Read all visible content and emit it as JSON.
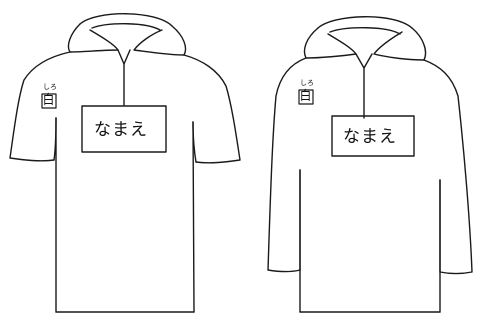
{
  "shirts": [
    {
      "badge": {
        "reading": "しろ",
        "character": "白"
      },
      "name_tag": "なまえ"
    },
    {
      "badge": {
        "reading": "しろ",
        "character": "白"
      },
      "name_tag": "なまえ"
    }
  ],
  "colors": {
    "line": "#1a1a1a",
    "background": "#ffffff"
  },
  "icons": [
    "shirt-outline-icon",
    "shirt-outline-icon"
  ]
}
